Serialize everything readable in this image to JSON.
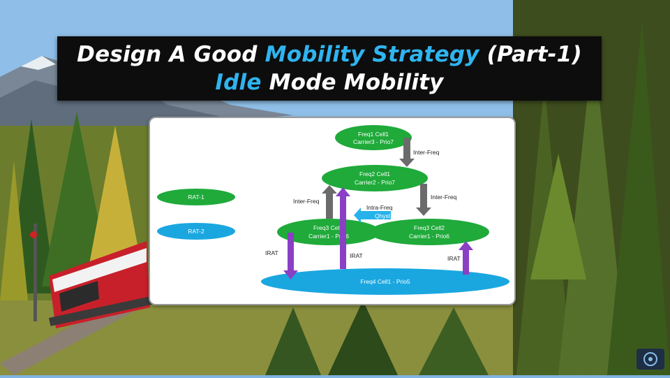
{
  "title": {
    "line1_pre": "Design A Good ",
    "line1_hl": "Mobility Strategy",
    "line1_post": " (Part-1)",
    "line2_hl": "Idle",
    "line2_post": " Mode Mobility"
  },
  "colors": {
    "green": "#1faa3a",
    "blue": "#1aa7e0",
    "purple": "#8a3fc4",
    "gray": "#6b6b6b",
    "highlight": "#2fb4f0"
  },
  "legend": {
    "rat1": "RAT-1",
    "rat2": "RAT-2"
  },
  "cells": {
    "freq1": {
      "line1": "Freq1 Cell1",
      "line2": "Carrier3 - Prio7"
    },
    "freq2": {
      "line1": "Freq2 Cell1",
      "line2": "Carrier2 - Prio7"
    },
    "freq3c1": {
      "line1": "Freq3 Cell1",
      "line2": "Carrier1 - Prio6"
    },
    "freq3c2": {
      "line1": "Freq3 Cell2",
      "line2": "Carrier1 - Prio6"
    },
    "freq4": {
      "line1": "Freq4 Cell1 - Prio5"
    }
  },
  "arrows": {
    "inter_freq_top": "Inter-Freq",
    "inter_freq_left": "Inter-Freq",
    "inter_freq_right": "Inter-Freq",
    "intra_freq": "Intra-Freq",
    "qhyst": "Qhyst",
    "irat_left": "IRAT",
    "irat_mid": "IRAT",
    "irat_right": "IRAT"
  }
}
